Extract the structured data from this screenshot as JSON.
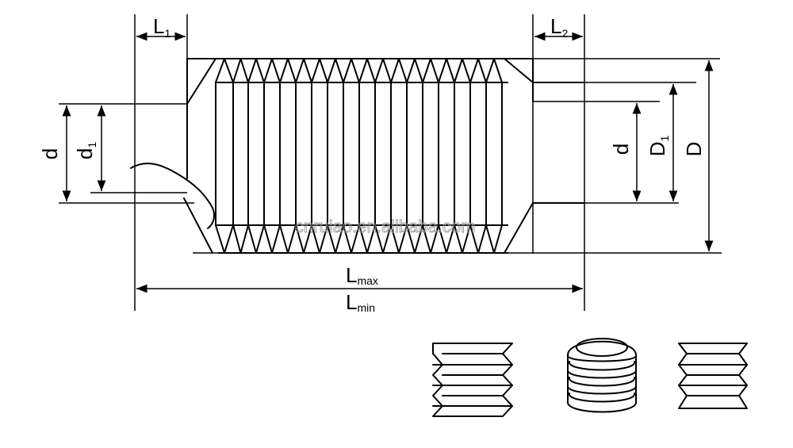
{
  "labels": {
    "l1": {
      "main": "L",
      "sub": "1"
    },
    "l2": {
      "main": "L",
      "sub": "2"
    },
    "d_left": "d",
    "d1_left": {
      "main": "d",
      "sub": "1"
    },
    "d_right": "d",
    "D1_right": {
      "main": "D",
      "sub": "1"
    },
    "D_right": "D",
    "lmax": {
      "main": "L",
      "sub": "max"
    },
    "lmin": {
      "main": "L",
      "sub": "min"
    }
  },
  "watermark": "cnruiao.en.alibaba.com",
  "colors": {
    "line": "#000000",
    "background": "#ffffff",
    "watermark": "#9a9a9a"
  }
}
